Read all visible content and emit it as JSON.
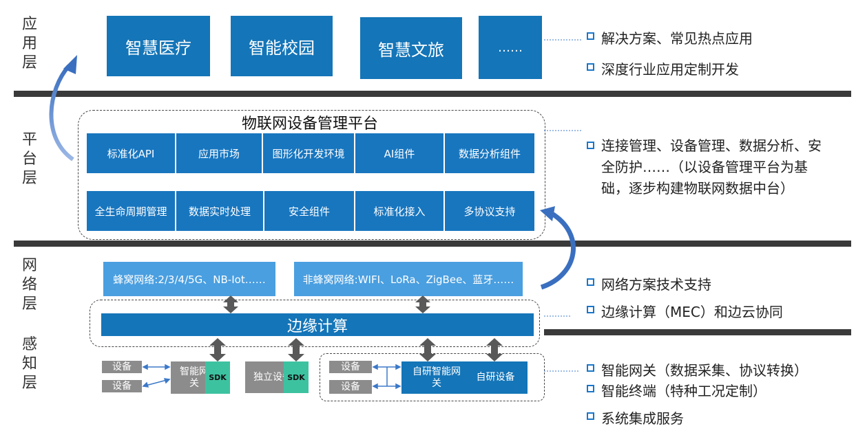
{
  "layers": {
    "app": [
      "应",
      "用",
      "层"
    ],
    "platform": [
      "平",
      "台",
      "层"
    ],
    "network": [
      "网",
      "络",
      "层"
    ],
    "perception": [
      "感",
      "知",
      "层"
    ]
  },
  "app_boxes": [
    "智慧医疗",
    "智能校园",
    "智慧文旅",
    "……"
  ],
  "platform": {
    "title": "物联网设备管理平台",
    "row1": [
      "标准化API",
      "应用市场",
      "图形化开发环境",
      "AI组件",
      "数据分析组件"
    ],
    "row2": [
      "全生命周期管理",
      "数据实时处理",
      "安全组件",
      "标准化接入",
      "多协议支持"
    ]
  },
  "network": {
    "cellular": "蜂窝网络:2/3/4/5G、NB-Iot……",
    "noncellular": "非蜂窝网络:WIFI、LoRa、ZigBee、蓝牙……",
    "edge": "边缘计算"
  },
  "devices": {
    "device": "设备",
    "gateway": "智能网关",
    "sdk": "SDK",
    "standalone": "独立设备",
    "own_gateway": "自研智能网关",
    "own_device": "自研设备"
  },
  "bullets": {
    "app": [
      "解决方案、常见热点应用",
      "深度行业应用定制开发"
    ],
    "platform": "连接管理、设备管理、数据分析、安全防护……（以设备管理平台为基础，逐步构建物联网数据中台）",
    "network": [
      "网络方案技术支持",
      "边缘计算（MEC）和边云协同"
    ],
    "perception": [
      "智能网关（数据采集、协议转换）",
      "智能终端（特种工况定制）",
      "系统集成服务"
    ]
  },
  "colors": {
    "primary_blue": "#1475b8",
    "light_blue": "#4a9fe0",
    "sdk_green": "#3dc2a0",
    "gray": "#8c8c8c",
    "divider": "#3a3a3a",
    "bullet": "#1976c8"
  }
}
